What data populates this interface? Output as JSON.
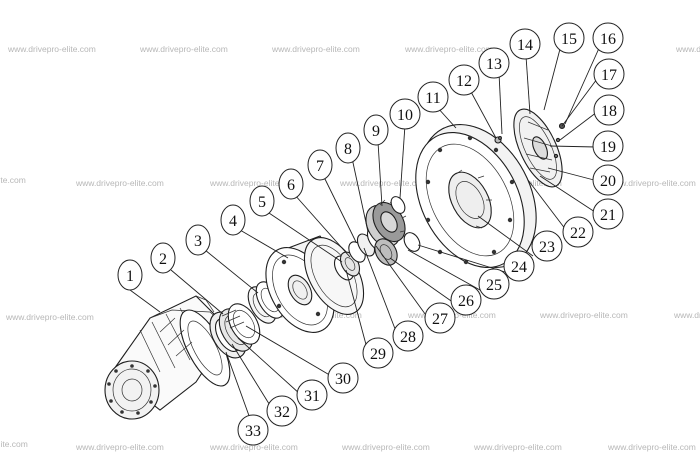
{
  "watermark": "www.drivepro-elite.com",
  "callouts": {
    "c1": "1",
    "c2": "2",
    "c3": "3",
    "c4": "4",
    "c5": "5",
    "c6": "6",
    "c7": "7",
    "c8": "8",
    "c9": "9",
    "c10": "10",
    "c11": "11",
    "c12": "12",
    "c13": "13",
    "c14": "14",
    "c15": "15",
    "c16": "16",
    "c17": "17",
    "c18": "18",
    "c19": "19",
    "c20": "20",
    "c21": "21",
    "c22": "22",
    "c23": "23",
    "c24": "24",
    "c25": "25",
    "c26": "26",
    "c27": "27",
    "c28": "28",
    "c29": "29",
    "c30": "30",
    "c31": "31",
    "c32": "32",
    "c33": "33"
  }
}
